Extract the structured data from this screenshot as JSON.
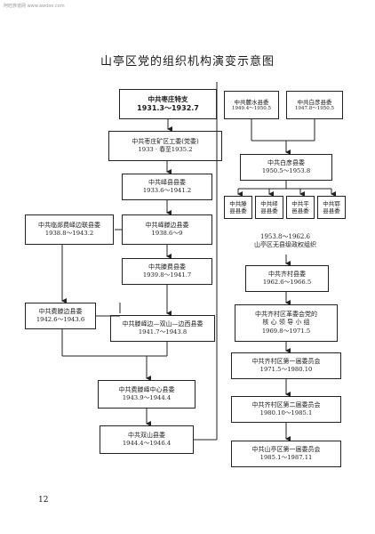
{
  "watermark": "阿旺族谱网 www.awdoo.com",
  "title": "山亭区党的组织机构演变示意图",
  "page_number": "12",
  "nodes": {
    "n1": {
      "l1": "中共枣庄特支",
      "l2": "1931.3～1932.7"
    },
    "n2": {
      "l1": "中共枣庄矿区工委(党委)",
      "l2": "1933 · 春至1935.2"
    },
    "n3": {
      "l1": "中共峄县县委",
      "l2": "1933.6～1941.2"
    },
    "n4": {
      "l1": "中共临郯费峄边联县委",
      "l2": "1938.8～1943.2"
    },
    "n5": {
      "l1": "中共峄滕边县委",
      "l2": "1938.6～9"
    },
    "n6": {
      "l1": "中共滕费县委",
      "l2": "1939.8～1941.7"
    },
    "n7": {
      "l1": "中共费滕边县委",
      "l2": "1942.6～1943.6"
    },
    "n8": {
      "l1": "中共滕峄边—双山—边西县委",
      "l2": "1941.7～1943.8"
    },
    "n9": {
      "l1": "中共费滕峄中心县委",
      "l2": "1943.9～1944.4"
    },
    "n10": {
      "l1": "中共双山县委",
      "l2": "1944.4～1946.4"
    },
    "r1": {
      "l1": "中共麓水县委",
      "l2": "1949.4～1950.5"
    },
    "r2": {
      "l1": "中共白彦县委",
      "l2": "1947.8～1950.5"
    },
    "r3": {
      "l1": "中共白彦县委",
      "l2": "1950.5～1953.8"
    },
    "r4a": {
      "l1": "中共滕",
      "l2": "县县委"
    },
    "r4b": {
      "l1": "中共峄",
      "l2": "县县委"
    },
    "r4c": {
      "l1": "中共平",
      "l2": "邑县委"
    },
    "r4d": {
      "l1": "中共郓",
      "l2": "县县委"
    },
    "r5": {
      "l1": "1953.8～1962.6",
      "l2": "山亭区无县级政权组织"
    },
    "r6": {
      "l1": "中共齐村县委",
      "l2": "1962.6～1966.5"
    },
    "r7": {
      "l1": "中共齐村区革委会党的",
      "l2": "核 心 领 导 小 组",
      "l3": "1969.8～1971.5"
    },
    "r8": {
      "l1": "中共齐村区第一届委员会",
      "l2": "1971.5～1980.10"
    },
    "r9": {
      "l1": "中共齐村区第二届委员会",
      "l2": "1980.10～1985.1"
    },
    "r10": {
      "l1": "中共山亭区第一届委员会",
      "l2": "1985.1～1987.11"
    }
  }
}
